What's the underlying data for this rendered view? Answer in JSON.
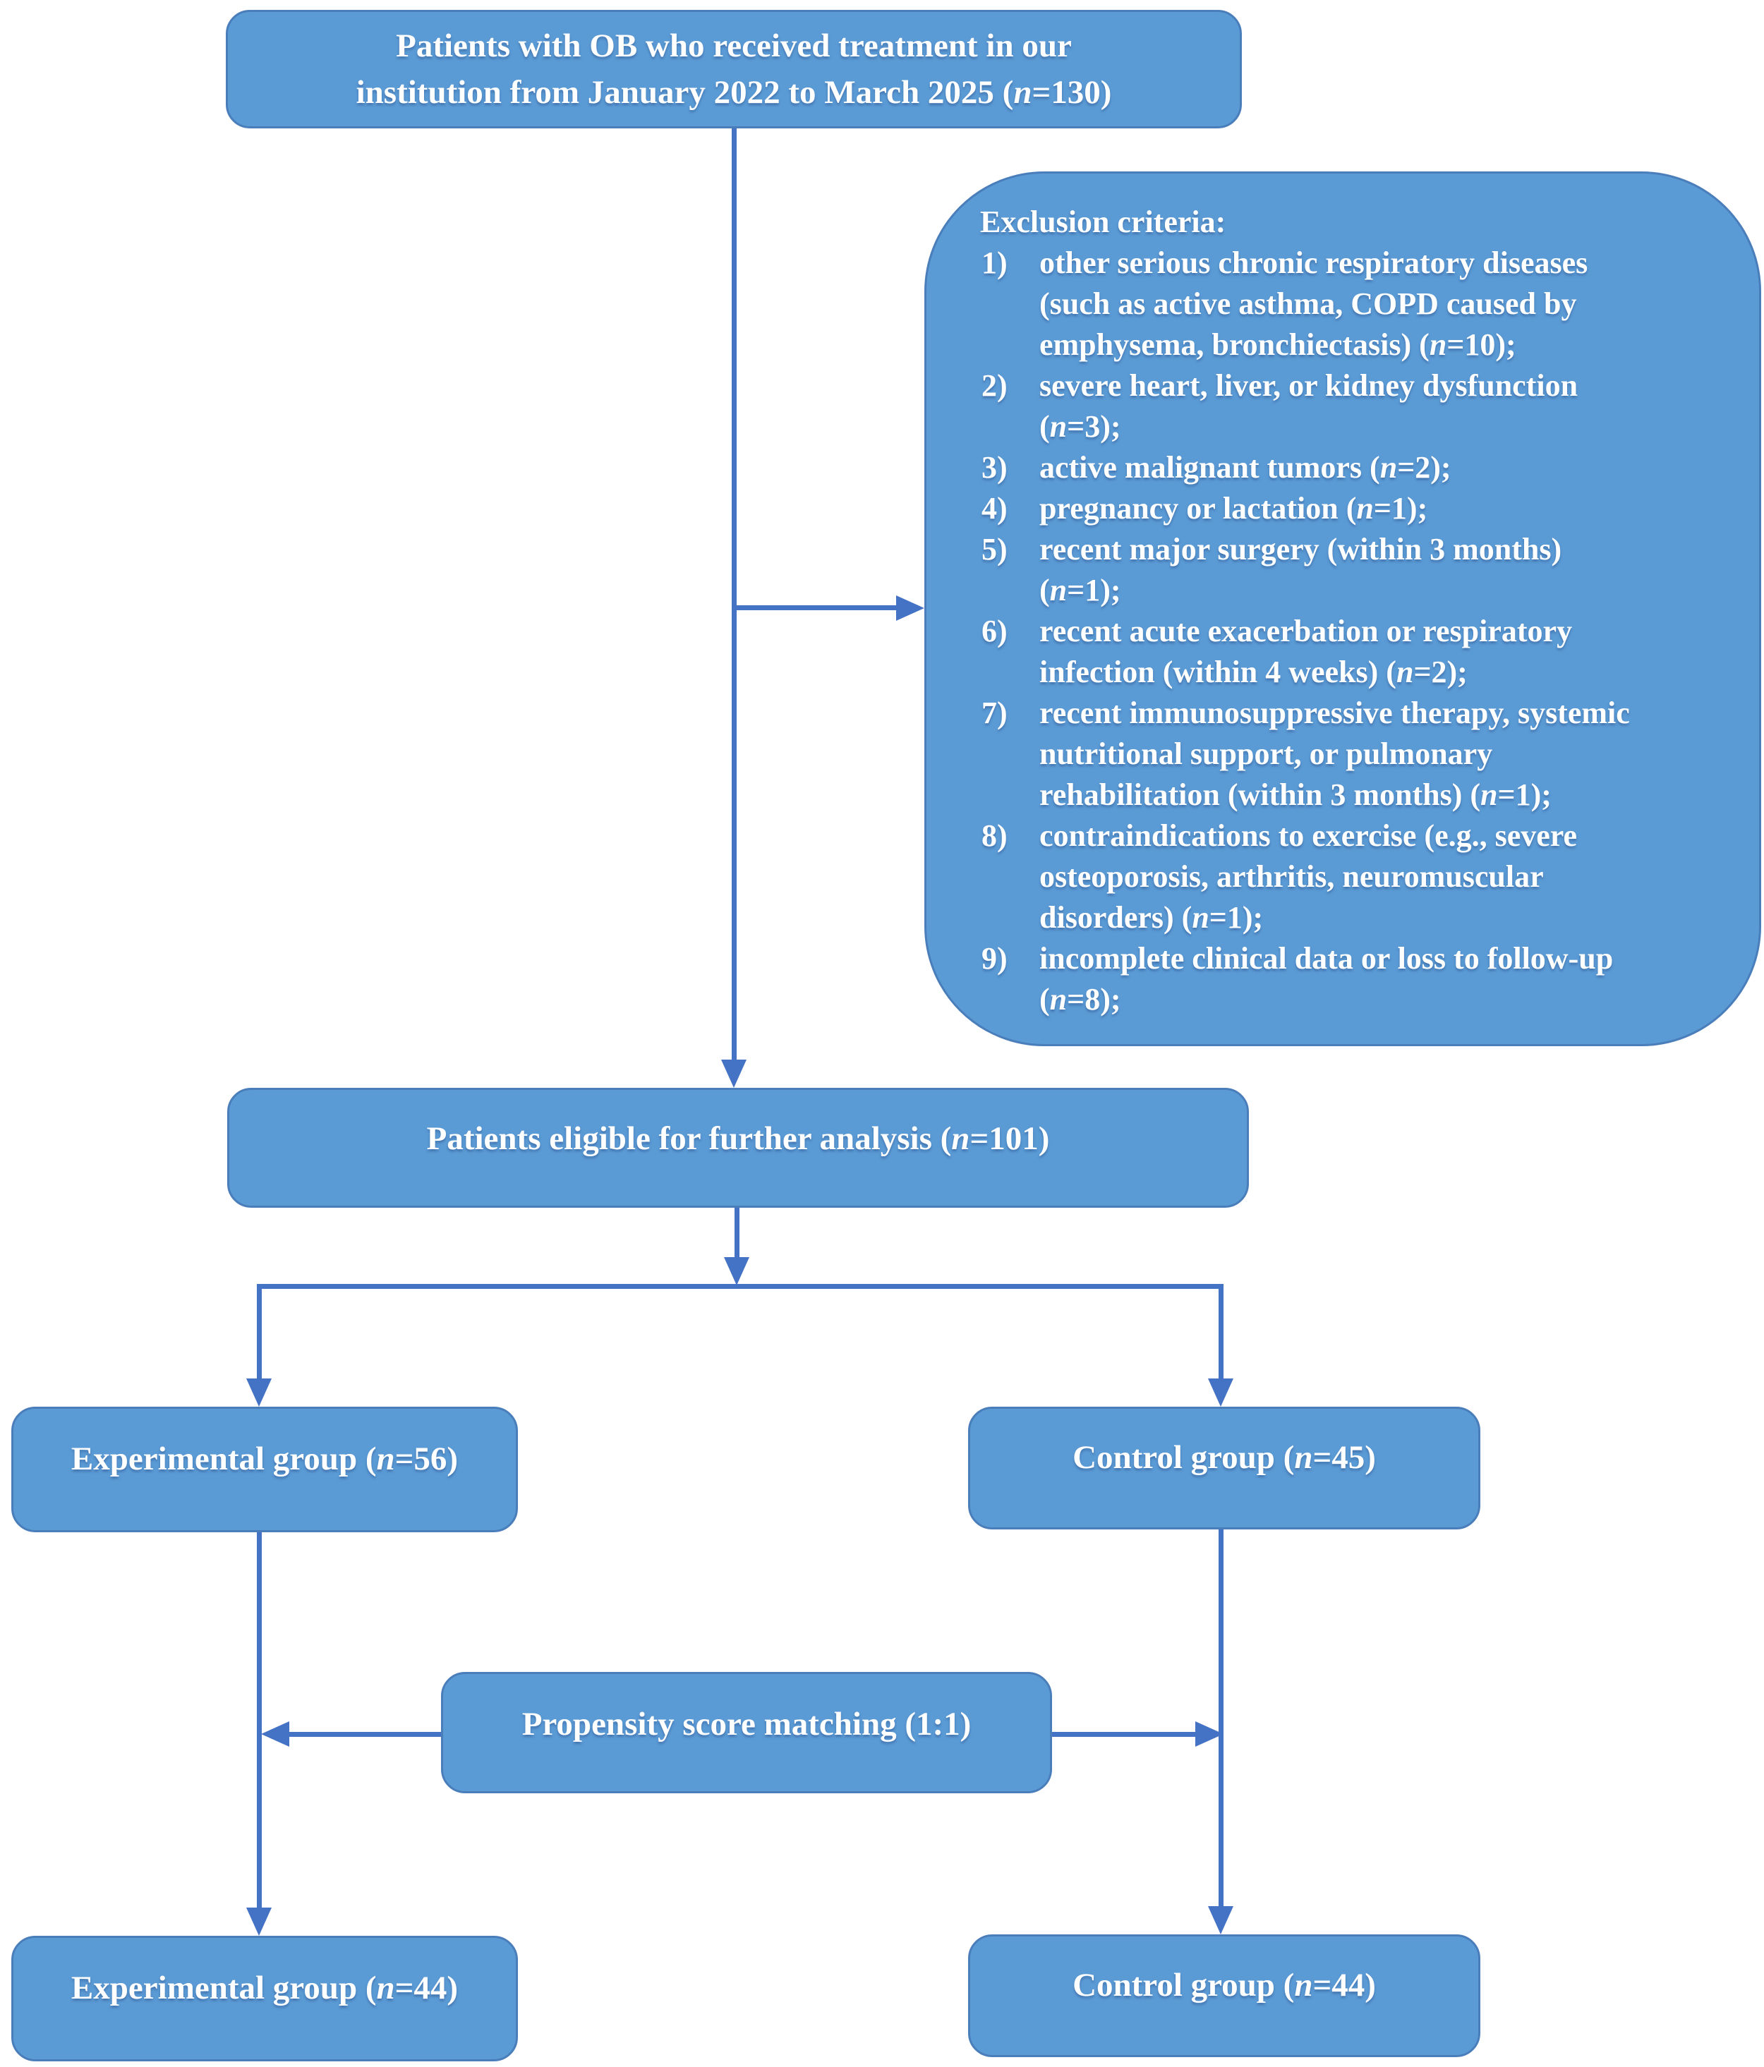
{
  "flow": {
    "top": {
      "label": "Patients with OB who received treatment in our\ninstitution from January 2022 to March 2025 (n=130)"
    },
    "exclusion": {
      "title": "Exclusion criteria:",
      "items": [
        {
          "num": "1)",
          "text": "other serious chronic respiratory diseases\n(such as active asthma, COPD caused by\nemphysema, bronchiectasis) (n=10);"
        },
        {
          "num": "2)",
          "text": "severe heart, liver, or kidney dysfunction\n(n=3);"
        },
        {
          "num": "3)",
          "text": "active malignant tumors (n=2);"
        },
        {
          "num": "4)",
          "text": "pregnancy or lactation (n=1);"
        },
        {
          "num": "5)",
          "text": "recent major surgery (within 3 months)\n(n=1);"
        },
        {
          "num": "6)",
          "text": "recent acute exacerbation or respiratory\ninfection (within 4 weeks) (n=2);"
        },
        {
          "num": "7)",
          "text": "recent immunosuppressive therapy, systemic\nnutritional support, or pulmonary\nrehabilitation (within 3 months) (n=1);"
        },
        {
          "num": "8)",
          "text": "contraindications to exercise (e.g., severe\nosteoporosis, arthritis, neuromuscular\ndisorders) (n=1);"
        },
        {
          "num": "9)",
          "text": "incomplete clinical data or loss to follow-up\n(n=8);"
        }
      ]
    },
    "eligible": {
      "label": "Patients eligible for further analysis (n=101)"
    },
    "experimental": {
      "label": "Experimental group (n=56)"
    },
    "control": {
      "label": "Control group (n=45)"
    },
    "psm": {
      "label": "Propensity score matching (1:1)"
    },
    "experimental_matched": {
      "label": "Experimental group (n=44)"
    },
    "control_matched": {
      "label": "Control group (n=44)"
    }
  },
  "colors": {
    "box_fill": "#5B9BD5",
    "box_border": "#4A7EBB",
    "arrow": "#4472C4",
    "text": "#FFFFFF"
  }
}
